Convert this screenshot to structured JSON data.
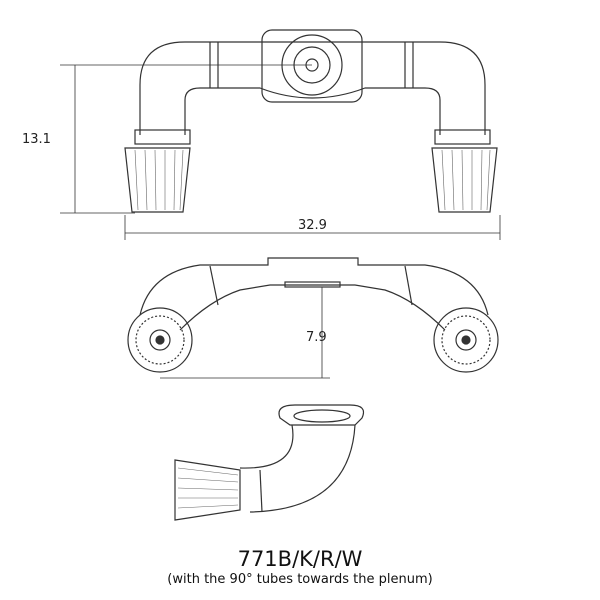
{
  "dimensions": {
    "height": "13.1",
    "width": "32.9",
    "depth": "7.9"
  },
  "caption": {
    "part_number": "771B/K/R/W",
    "note": "(with the 90° tubes towards the plenum)"
  }
}
